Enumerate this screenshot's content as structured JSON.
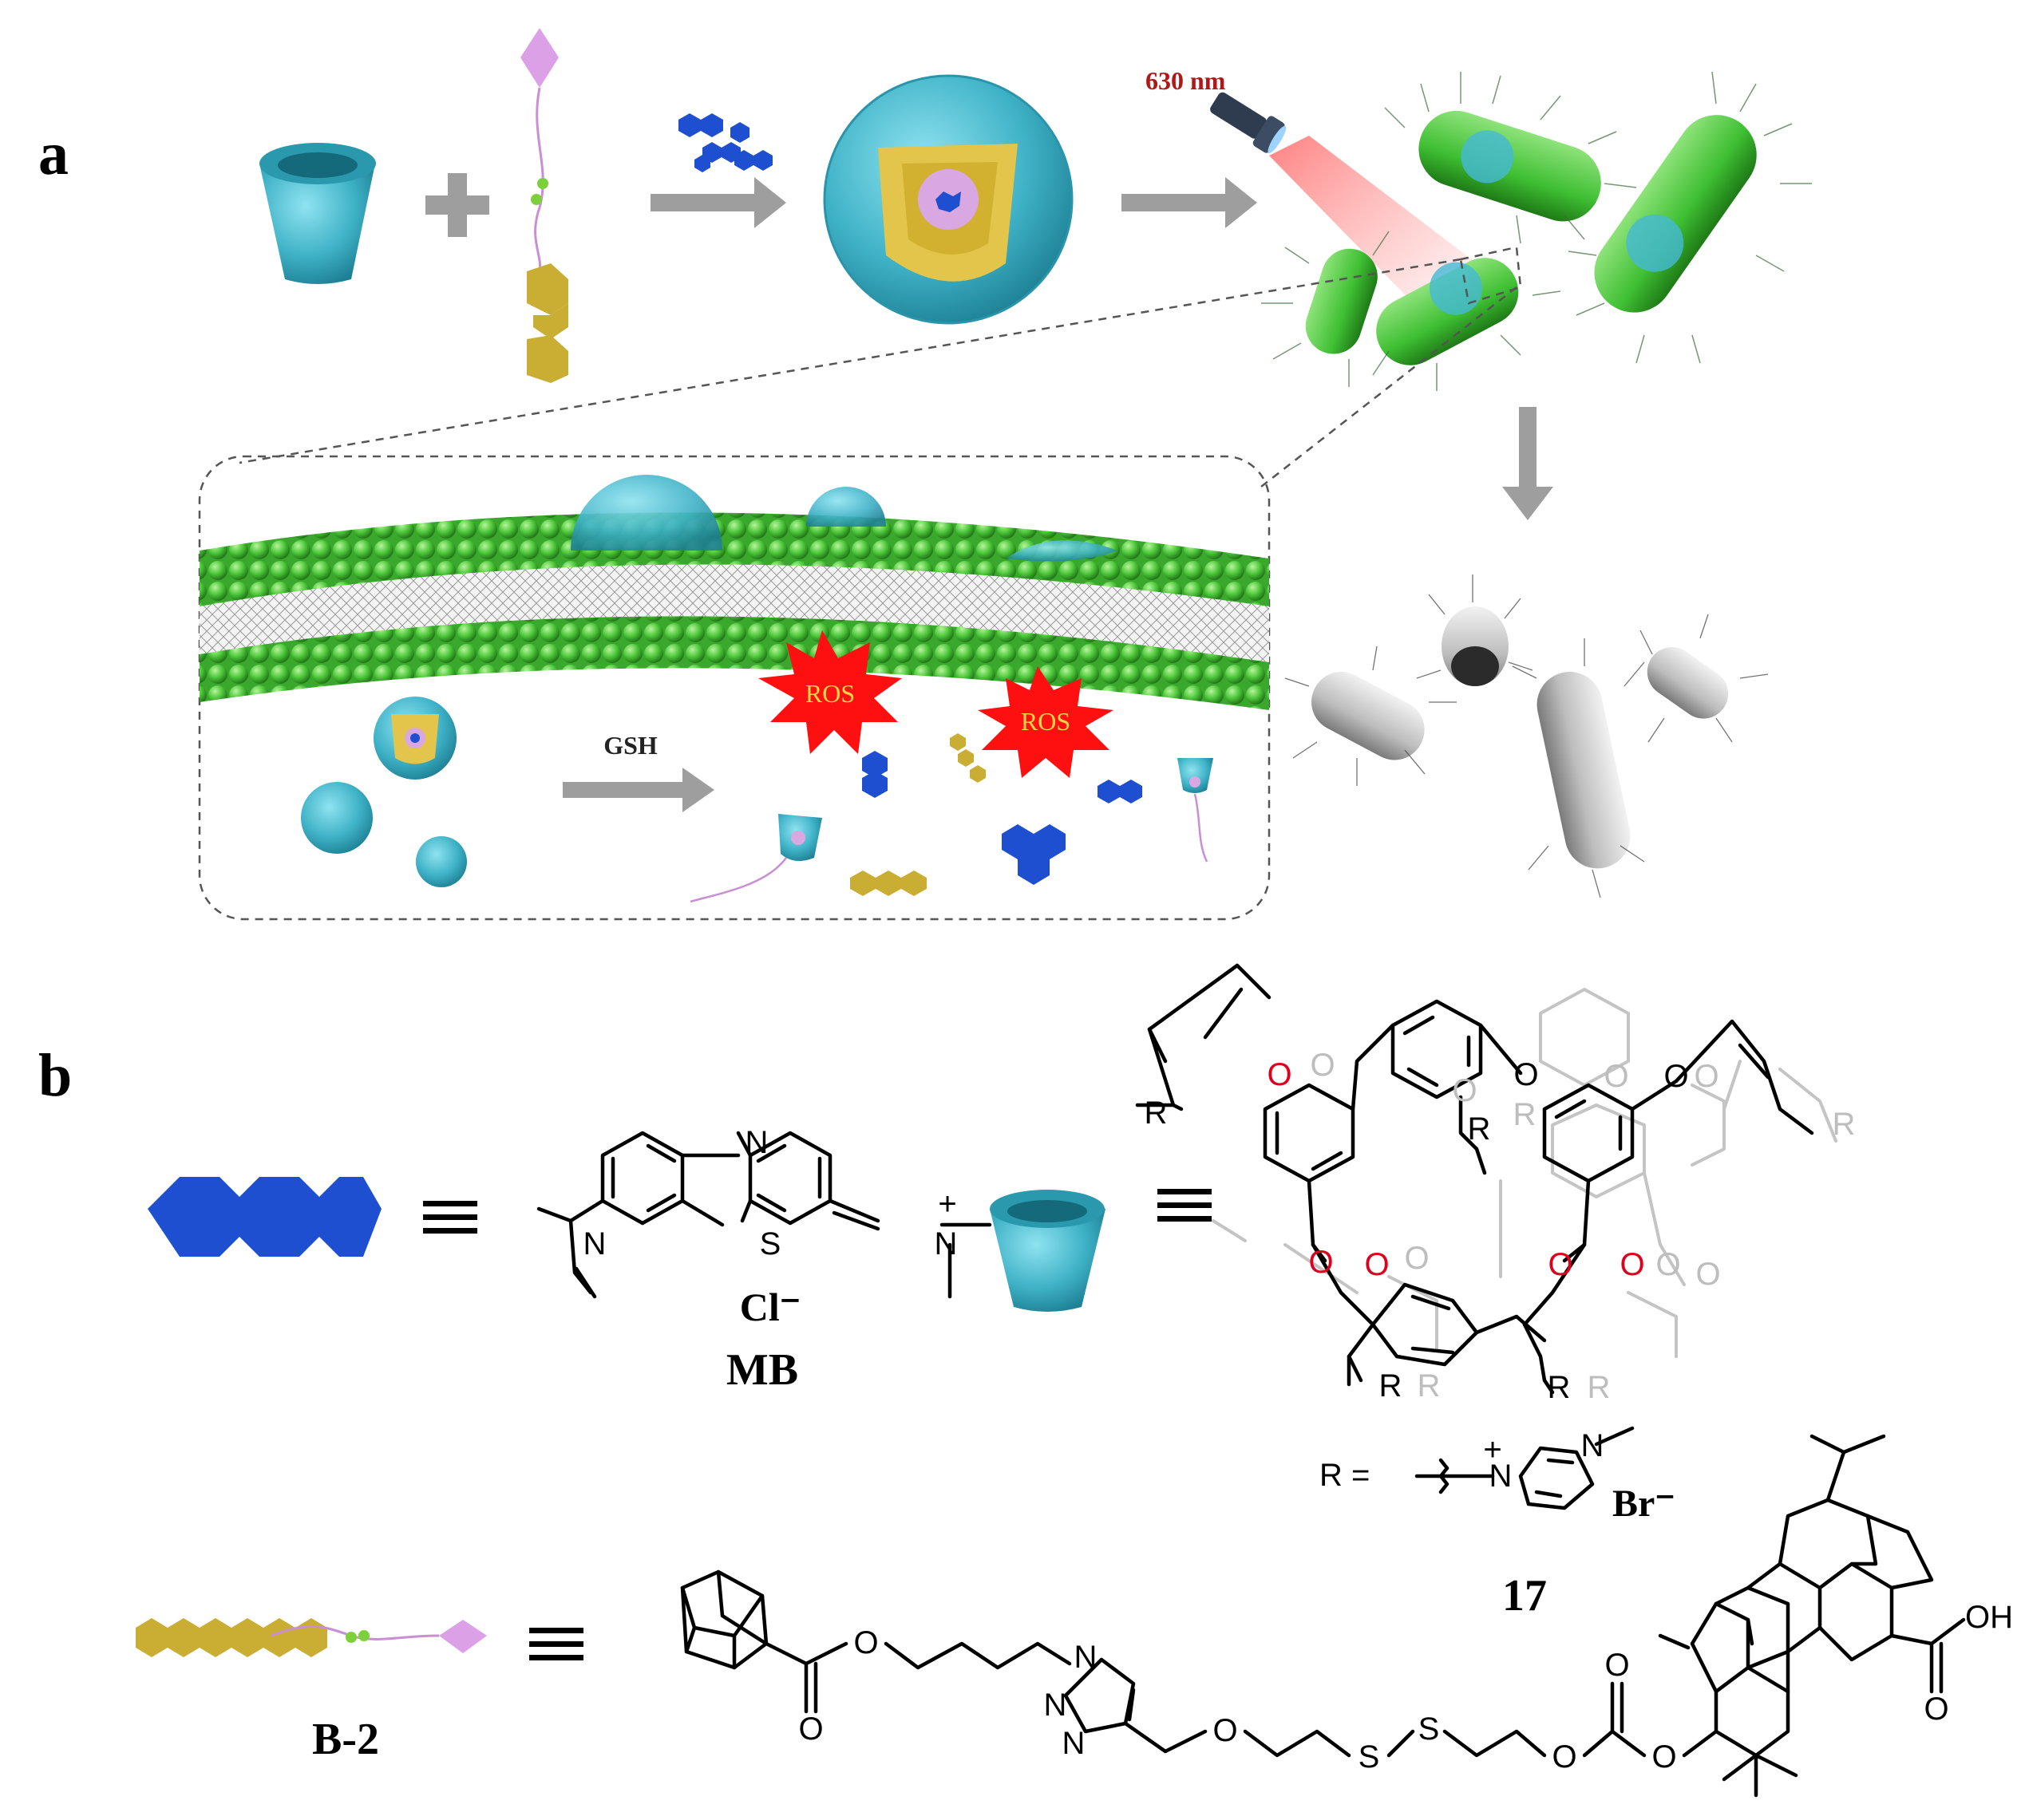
{
  "panel_a": {
    "label": "a",
    "light_label": "630 nm",
    "ros_label_1": "ROS",
    "ros_label_2": "ROS",
    "gsh_label": "GSH"
  },
  "panel_b": {
    "label": "b",
    "equiv_symbol": "≡",
    "mb_counterion": "Cl⁻",
    "mb_name": "MB",
    "mb_atom_n": "N",
    "mb_atom_s": "S",
    "mb_atom_nplus": "N",
    "mb_atom_nleft": "N",
    "mb_charge": "+",
    "host_r_label": "R",
    "host_o_label": "O",
    "r_def_prefix": "R =",
    "r_def_charge": "+",
    "r_def_n1": "N",
    "r_def_n2": "N",
    "r_counterion": "Br⁻",
    "compound_17": "17",
    "b2_name": "B-2",
    "b2_o": "O",
    "b2_n": "N",
    "b2_s": "S",
    "b2_oh": "OH"
  },
  "colors": {
    "membrane_green": "#4cc63a",
    "bacteria_green": "#3fbf33",
    "host_cyan": "#3fb2c7",
    "dye_blue": "#1f4fd1",
    "guest_gold": "#c9ae33",
    "ros_red": "#ff1010",
    "ros_text": "#ffd54a",
    "arrow_grey": "#9e9e9e",
    "light_label_red": "#b01818",
    "oxygen_red": "#e0001b"
  }
}
